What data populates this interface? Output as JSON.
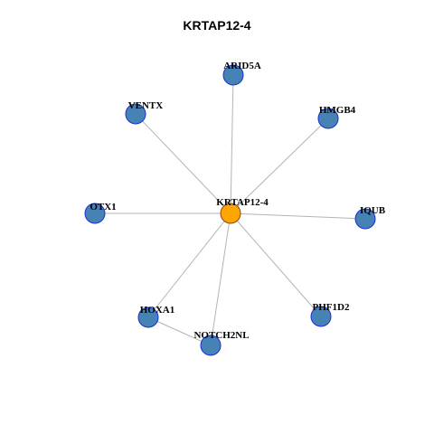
{
  "title": "KRTAP12-4",
  "colors": {
    "center_fill": "#ffa500",
    "center_stroke": "#8b4513",
    "node_fill": "#4682b4",
    "node_stroke": "#1a2fd6",
    "edge": "#b4b4b4"
  },
  "center": {
    "id": "center",
    "label": "KRTAP12-4"
  },
  "nodes": [
    {
      "id": "arid5a",
      "label": "ARID5A"
    },
    {
      "id": "ventx",
      "label": "VENTX"
    },
    {
      "id": "hmgb4",
      "label": "HMGB4"
    },
    {
      "id": "otx1",
      "label": "OTX1"
    },
    {
      "id": "iqub",
      "label": "IQUB"
    },
    {
      "id": "hoxa1",
      "label": "HOXA1"
    },
    {
      "id": "phf1d2",
      "label": "PHF1D2"
    },
    {
      "id": "notch2nl",
      "label": "NOTCH2NL"
    }
  ],
  "edges": [
    [
      "center",
      "arid5a"
    ],
    [
      "center",
      "ventx"
    ],
    [
      "center",
      "hmgb4"
    ],
    [
      "center",
      "otx1"
    ],
    [
      "center",
      "iqub"
    ],
    [
      "center",
      "hoxa1"
    ],
    [
      "center",
      "phf1d2"
    ],
    [
      "center",
      "notch2nl"
    ],
    [
      "hoxa1",
      "notch2nl"
    ]
  ]
}
